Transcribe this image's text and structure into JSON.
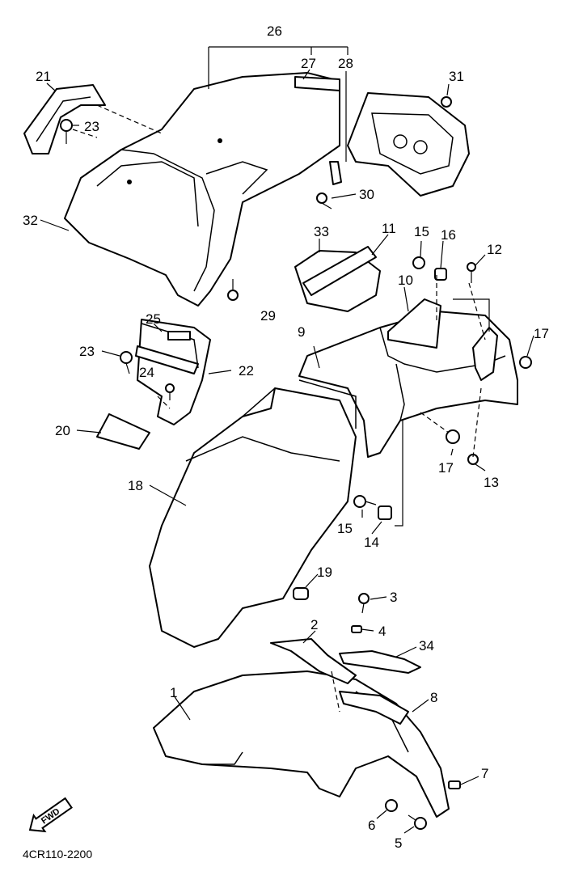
{
  "figure_code": "4CR110-2200",
  "fwd_label": "FWD",
  "callouts": {
    "p1": "1",
    "p2": "2",
    "p3": "3",
    "p4": "4",
    "p5": "5",
    "p6": "6",
    "p7": "7",
    "p8": "8",
    "p9": "9",
    "p10": "10",
    "p11": "11",
    "p12": "12",
    "p13": "13",
    "p14": "14",
    "p15a": "15",
    "p15b": "15",
    "p16": "16",
    "p17a": "17",
    "p17b": "17",
    "p18": "18",
    "p19": "19",
    "p20": "20",
    "p21": "21",
    "p22": "22",
    "p23a": "23",
    "p23b": "23",
    "p24": "24",
    "p25": "25",
    "p26": "26",
    "p27": "27",
    "p28": "28",
    "p29": "29",
    "p30": "30",
    "p31": "31",
    "p32": "32",
    "p33": "33",
    "p34": "34"
  }
}
